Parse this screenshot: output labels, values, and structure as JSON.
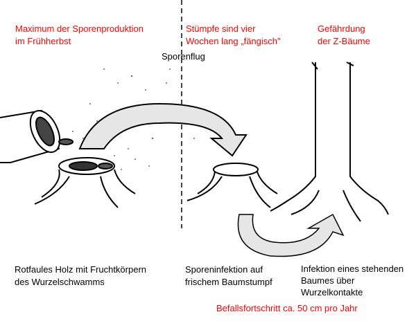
{
  "labels": {
    "max_spore_line1": "Maximum der Sporenproduktion",
    "max_spore_line2": "im Frühherbst",
    "stumps_line1": "Stümpfe sind vier",
    "stumps_line2": "Wochen lang „fängisch\"",
    "danger_line1": "Gefährdung",
    "danger_line2": "der Z-Bäume",
    "spore_flight": "Sporenflug",
    "rotten_line1": "Rotfaules Holz mit Fruchtkörpern",
    "rotten_line2": "des Wurzelschwamms",
    "infection_line1": "Sporeninfektion auf",
    "infection_line2": "frischem Baumstumpf",
    "tree_line1": "Infektion eines stehenden",
    "tree_line2": "Baumes über",
    "tree_line3": "Wurzelkontakte",
    "progress": "Befallsfortschritt ca. 50 cm pro Jahr"
  },
  "colors": {
    "highlight": "#ff0000",
    "arrow_fill": "#e6e6e6"
  }
}
